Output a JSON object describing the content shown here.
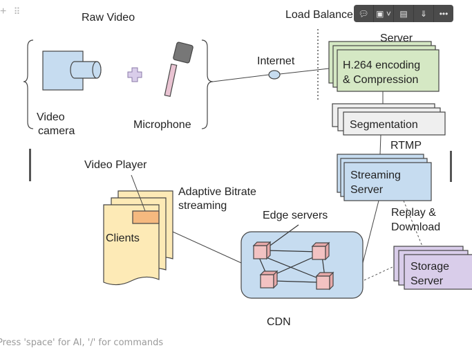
{
  "diagram": {
    "raw_video": "Raw Video",
    "video_camera_1": "Video",
    "video_camera_2": "camera",
    "microphone": "Microphone",
    "internet": "Internet",
    "load_balancer": "Load Balancer",
    "server": "Server",
    "encoding_1": "H.264 encoding",
    "encoding_2": "& Compression",
    "segmentation": "Segmentation",
    "rtmp": "RTMP",
    "streaming_1": "Streaming",
    "streaming_2": "Server",
    "replay_1": "Replay &",
    "replay_2": "Download",
    "storage_1": "Storage",
    "storage_2": "Server",
    "edge_servers": "Edge servers",
    "cdn": "CDN",
    "video_player": "Video Player",
    "adaptive_1": "Adaptive Bitrate",
    "adaptive_2": "streaming",
    "clients": "Clients"
  },
  "colors": {
    "green": "#d5e8c4",
    "gray": "#efefef",
    "blue": "#c6dcf0",
    "purple": "#d9cdea",
    "pink": "#f2c2c2",
    "yellow": "#fdeab6",
    "orange": "#f5b97f"
  },
  "toolbar": {
    "icons": [
      "comment-icon",
      "align-icon",
      "caption-icon",
      "download-icon",
      "more-icon"
    ],
    "more_label": "•••"
  },
  "editor": {
    "add_label": "+",
    "drag_label": "⠿",
    "hint": "Press 'space' for AI, '/' for commands"
  }
}
